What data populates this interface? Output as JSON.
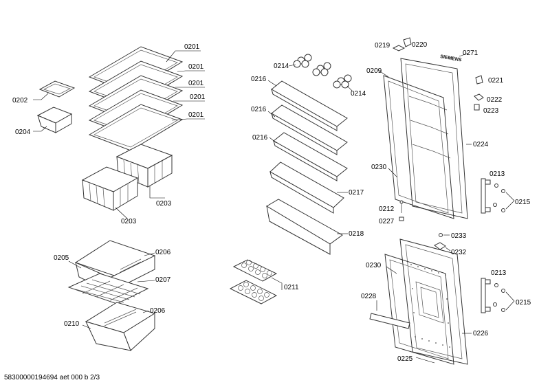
{
  "footer": "58300000194694 aet 000 b 2/3",
  "brand": "SIEMENS",
  "labels": {
    "p0201": "0201",
    "p0202": "0202",
    "p0203": "0203",
    "p0204": "0204",
    "p0205": "0205",
    "p0206": "0206",
    "p0207": "0207",
    "p0209": "0209",
    "p0210": "0210",
    "p0211": "0211",
    "p0212": "0212",
    "p0213": "0213",
    "p0214": "0214",
    "p0215": "0215",
    "p0216": "0216",
    "p0217": "0217",
    "p0218": "0218",
    "p0219": "0219",
    "p0220": "0220",
    "p0221": "0221",
    "p0222": "0222",
    "p0223": "0223",
    "p0224": "0224",
    "p0225": "0225",
    "p0226": "0226",
    "p0227": "0227",
    "p0228": "0228",
    "p0230": "0230",
    "p0232": "0232",
    "p0233": "0233",
    "p0271": "0271"
  }
}
